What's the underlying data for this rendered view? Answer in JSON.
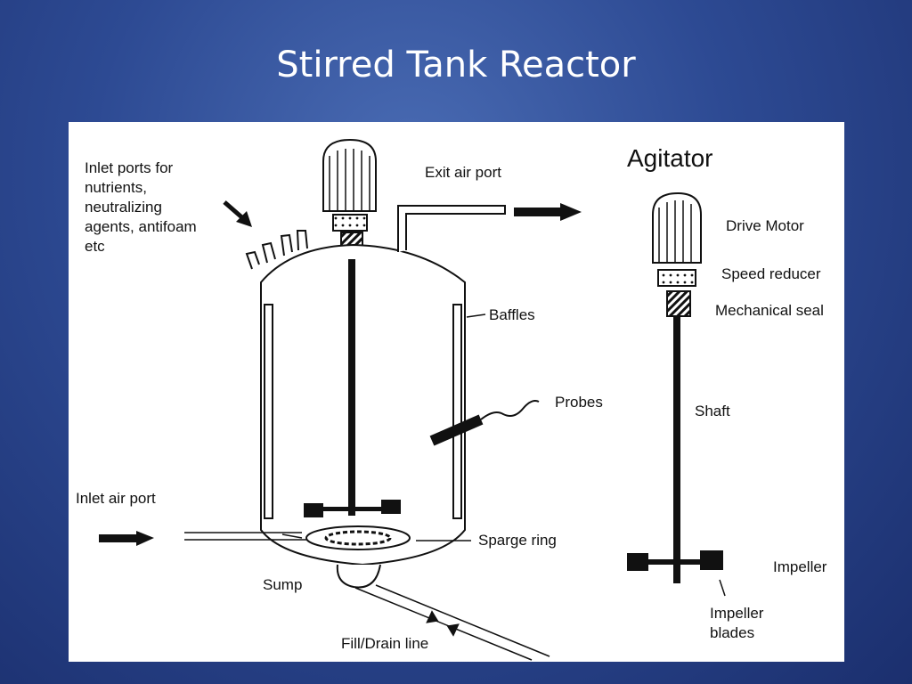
{
  "slide": {
    "title": "Stirred Tank Reactor"
  },
  "diagram": {
    "labels": {
      "inlet_ports_lines": [
        "Inlet ports for",
        "nutrients,",
        "neutralizing",
        "agents, antifoam",
        "etc"
      ],
      "exit_air_port": "Exit air port",
      "baffles": "Baffles",
      "probes": "Probes",
      "inlet_air_port": "Inlet air port",
      "sparge_ring": "Sparge ring",
      "sump": "Sump",
      "fill_drain_line": "Fill/Drain line"
    },
    "agitator": {
      "title": "Agitator",
      "drive_motor": "Drive Motor",
      "speed_reducer": "Speed reducer",
      "mechanical_seal": "Mechanical seal",
      "shaft": "Shaft",
      "impeller": "Impeller",
      "impeller_blades_lines": [
        "Impeller",
        "blades"
      ]
    }
  }
}
